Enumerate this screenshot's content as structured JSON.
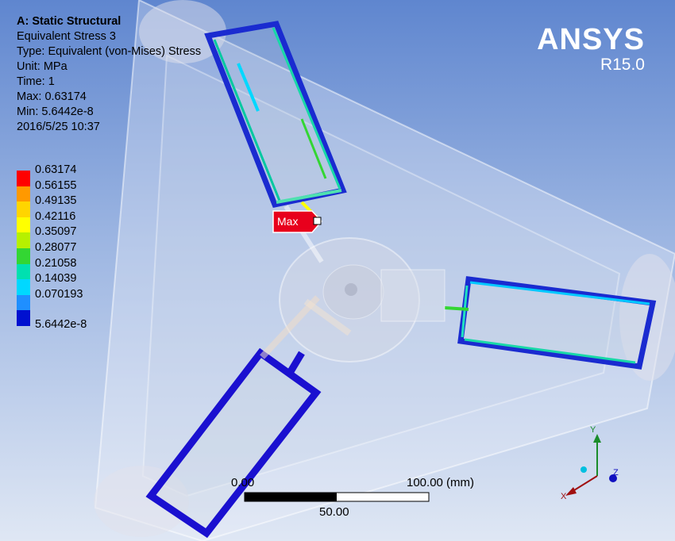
{
  "result_info": {
    "system": "A: Static Structural",
    "result_name": "Equivalent Stress 3",
    "type": "Type: Equivalent (von-Mises) Stress",
    "unit": "Unit: MPa",
    "time": "Time: 1",
    "max": "Max: 0.63174",
    "min": "Min: 5.6442e-8",
    "timestamp": "2016/5/25 10:37"
  },
  "legend": {
    "entries": [
      {
        "label": "0.63174",
        "color": "#ff0000"
      },
      {
        "label": "0.56155",
        "color": "#ff9900"
      },
      {
        "label": "0.49135",
        "color": "#ffd500"
      },
      {
        "label": "0.42116",
        "color": "#ffff00"
      },
      {
        "label": "0.35097",
        "color": "#b6f000"
      },
      {
        "label": "0.28077",
        "color": "#33d633"
      },
      {
        "label": "0.21058",
        "color": "#00e0b0"
      },
      {
        "label": "0.14039",
        "color": "#00d8ff"
      },
      {
        "label": "0.070193",
        "color": "#1f8fff"
      },
      {
        "label": "5.6442e-8",
        "color": "#0010d0"
      }
    ]
  },
  "brand": {
    "name": "ANSYS",
    "version": "R15.0"
  },
  "probe": {
    "label": "Max"
  },
  "scale_bar": {
    "start": "0.00",
    "end": "100.00 (mm)",
    "mid": "50.00"
  },
  "triad": {
    "x_label": "X",
    "y_label": "Y",
    "z_label": "Z"
  },
  "colors": {
    "background_top": "#5f86cf",
    "background_bottom": "#dfe7f4",
    "probe_fill": "#e8001c"
  }
}
